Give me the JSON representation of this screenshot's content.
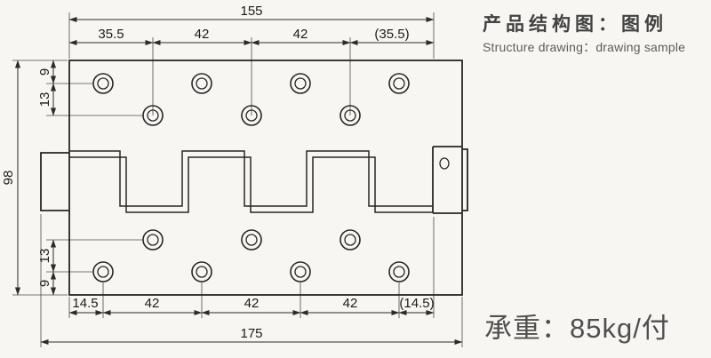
{
  "header": {
    "title_cn": "产品结构图：图例",
    "title_en": "Structure drawing：drawing sample"
  },
  "footer": {
    "load_label": "承重：85kg/付"
  },
  "dimensions": {
    "top_total": "155",
    "top_sub": [
      "35.5",
      "42",
      "42",
      "(35.5)"
    ],
    "left_top": [
      "9",
      "13"
    ],
    "left_total": "98",
    "left_bottom": [
      "13",
      "9"
    ],
    "bottom_sub": [
      "14.5",
      "42",
      "42",
      "42",
      "(14.5)"
    ],
    "bottom_total": "175"
  },
  "drawing": {
    "line_color": "#262626",
    "part": "hinge-plate-structure-drawing"
  }
}
